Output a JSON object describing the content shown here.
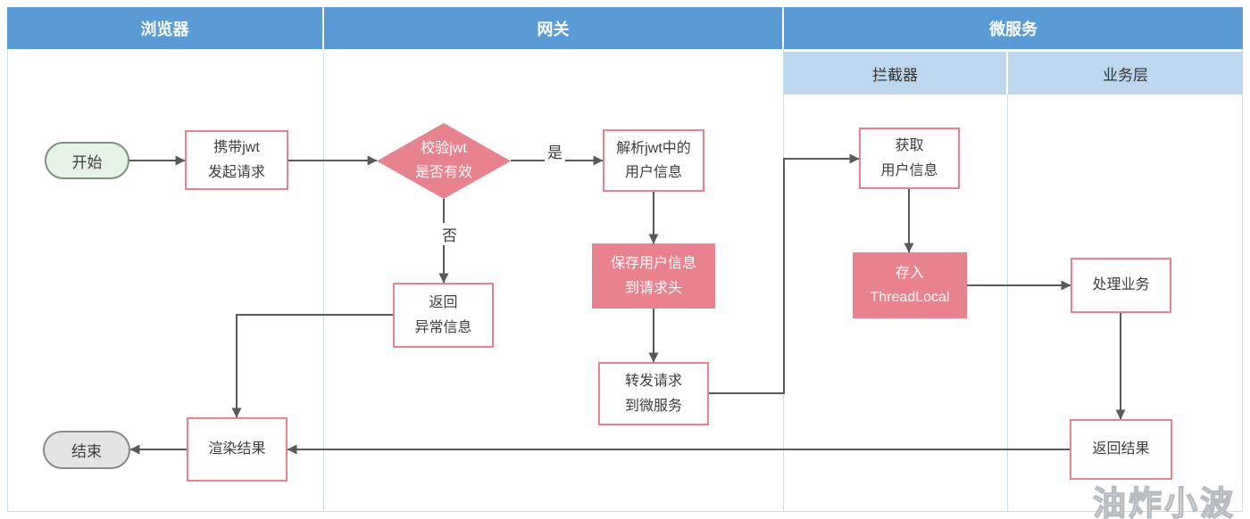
{
  "lanes": {
    "browser": {
      "title": "浏览器"
    },
    "gateway": {
      "title": "网关"
    },
    "microservice": {
      "title": "微服务",
      "sublanes": {
        "interceptor": "拦截器",
        "business": "业务层"
      }
    }
  },
  "nodes": {
    "start": {
      "label": "开始",
      "type": "terminal"
    },
    "carry_jwt": {
      "line1": "携带jwt",
      "line2": "发起请求",
      "type": "process"
    },
    "validate_jwt": {
      "line1": "校验jwt",
      "line2": "是否有效",
      "type": "decision"
    },
    "parse_jwt": {
      "line1": "解析jwt中的",
      "line2": "用户信息",
      "type": "process"
    },
    "save_header": {
      "line1": "保存用户信息",
      "line2": "到请求头",
      "type": "process-filled"
    },
    "forward_request": {
      "line1": "转发请求",
      "line2": "到微服务",
      "type": "process"
    },
    "return_error": {
      "line1": "返回",
      "line2": "异常信息",
      "type": "process"
    },
    "get_user_info": {
      "line1": "获取",
      "line2": "用户信息",
      "type": "process"
    },
    "store_threadlocal": {
      "line1": "存入",
      "line2": "ThreadLocal",
      "type": "process-filled"
    },
    "process_business": {
      "label": "处理业务",
      "type": "process"
    },
    "return_result": {
      "label": "返回结果",
      "type": "process"
    },
    "render_result": {
      "label": "渲染结果",
      "type": "process"
    },
    "end": {
      "label": "结束",
      "type": "terminal"
    }
  },
  "edges": [
    {
      "from": "start",
      "to": "carry_jwt"
    },
    {
      "from": "carry_jwt",
      "to": "validate_jwt"
    },
    {
      "from": "validate_jwt",
      "to": "parse_jwt",
      "label": "是"
    },
    {
      "from": "validate_jwt",
      "to": "return_error",
      "label": "否"
    },
    {
      "from": "parse_jwt",
      "to": "save_header"
    },
    {
      "from": "save_header",
      "to": "forward_request"
    },
    {
      "from": "forward_request",
      "to": "get_user_info"
    },
    {
      "from": "get_user_info",
      "to": "store_threadlocal"
    },
    {
      "from": "store_threadlocal",
      "to": "process_business"
    },
    {
      "from": "process_business",
      "to": "return_result"
    },
    {
      "from": "return_result",
      "to": "render_result"
    },
    {
      "from": "render_result",
      "to": "end"
    },
    {
      "from": "return_error",
      "to": "render_result"
    }
  ],
  "colors": {
    "header_blue": "#5B9BD5",
    "subheader_blue": "#BDD7EE",
    "accent_red": "#E8828E",
    "start_fill": "#E6F2E6",
    "end_fill": "#E4E4E4",
    "arrow_gray": "#595959"
  },
  "watermark": "油炸小波"
}
